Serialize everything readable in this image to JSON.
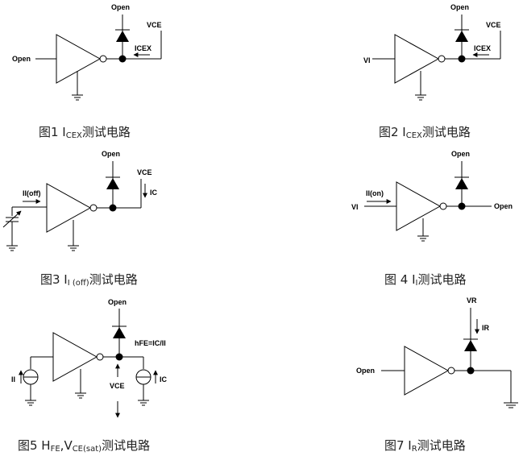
{
  "captions": {
    "fig1": {
      "pre": "图1 I",
      "sub": "CEX",
      "post": "测试电路"
    },
    "fig2": {
      "pre": "图2 I",
      "sub": "CEX",
      "post": "测试电路"
    },
    "fig3": {
      "pre": "图3 I",
      "sub": "I (off)",
      "post": "测试电路"
    },
    "fig4": {
      "pre": "图 4 I",
      "sub": "I",
      "post": "测试电路"
    },
    "fig5": {
      "pre": "图5 H",
      "sub": "FE",
      "mid": ",V",
      "sub2": "CE(sat)",
      "post": "测试电路"
    },
    "fig7": {
      "pre": "图7 I",
      "sub": "R",
      "post": "测试电路"
    }
  },
  "labels": {
    "open": "Open",
    "v": "V",
    "sub_ce": "CE",
    "i": "I",
    "sub_cex": "CEX",
    "sub_i": "I",
    "ii_off": "I",
    "ii_off_sub": "I",
    "ii_off_rest": "(off)",
    "ii_on": "I",
    "ii_on_sub": "I",
    "ii_on_rest": "(on)",
    "sub_c": "C",
    "sub_r": "R",
    "hfe_h": "h",
    "hfe_sub": "FE",
    "hfe_eq": "=I",
    "hfe_c": "C",
    "hfe_slash": "/I",
    "hfe_i": "I"
  }
}
